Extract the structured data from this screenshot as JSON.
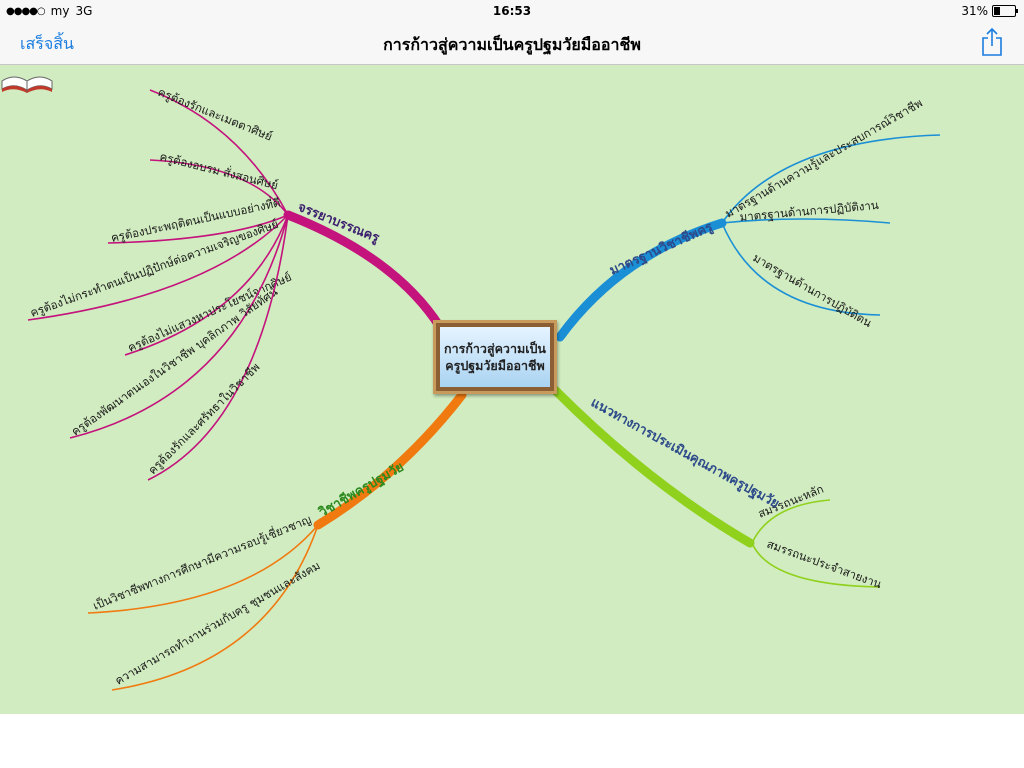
{
  "status": {
    "carrier": "my",
    "network": "3G",
    "time": "16:53",
    "battery": "31%",
    "battery_level": 0.31
  },
  "nav": {
    "done_label": "เสร็จสิ้น",
    "title": "การก้าวสู่ความเป็นครูปฐมวัยมืออาชีพ",
    "share_icon": "share-icon"
  },
  "mindmap": {
    "central": {
      "line1": "การก้าวสู่ความเป็น",
      "line2": "ครูปฐมวัยมืออาชีพ"
    },
    "branches": [
      {
        "id": "ethics",
        "label": "จรรยาบรรณครู",
        "color": "#c4137d",
        "label_color": "#3c1f6e",
        "children": [
          "ครูต้องรักและเมตตาศิษย์",
          "ครูต้องอบรม สั่งสอนศิษย์",
          "ครูต้องประพฤติตนเป็นแบบอย่างที่ดี",
          "ครูต้องไม่กระทำตนเป็นปฏิปักษ์ต่อความเจริญของศิษย์",
          "ครูต้องไม่แสวงหาประโยชน์จากศิษย์",
          "ครูต้องพัฒนาตนเองในวิชาชีพ บุคลิกภาพ วิสัยทัศน์",
          "ครูต้องรักและศรัทธาในวิชาชีพ"
        ]
      },
      {
        "id": "standards",
        "label": "มาตรฐานวิชาชีพครู",
        "color": "#1a8fd6",
        "label_color": "#2d4a8a",
        "children": [
          "มาตรฐานด้านความรู้และประสบการณ์วิชาชีพ",
          "มาตรฐานด้านการปฏิบัติงาน",
          "มาตรฐานด้านการปฏิบัติตน"
        ]
      },
      {
        "id": "profession",
        "label": "วิชาชีพครูปฐมวัย",
        "color": "#f07a10",
        "label_color": "#2c8a1e",
        "children": [
          "เป็นวิชาชีพทางการศึกษามีความรอบรู้เชี่ยวชาญ",
          "ความสามารถทำงานร่วมกับครู ชุมชนและสังคม"
        ]
      },
      {
        "id": "assessment",
        "label": "แนวทางการประเมินคุณภาพครูปฐมวัย",
        "color": "#8fd11c",
        "label_color": "#2d4a8a",
        "children": [
          "สมรรถนะหลัก",
          "สมรรถนะประจำสายงาน"
        ]
      }
    ]
  }
}
